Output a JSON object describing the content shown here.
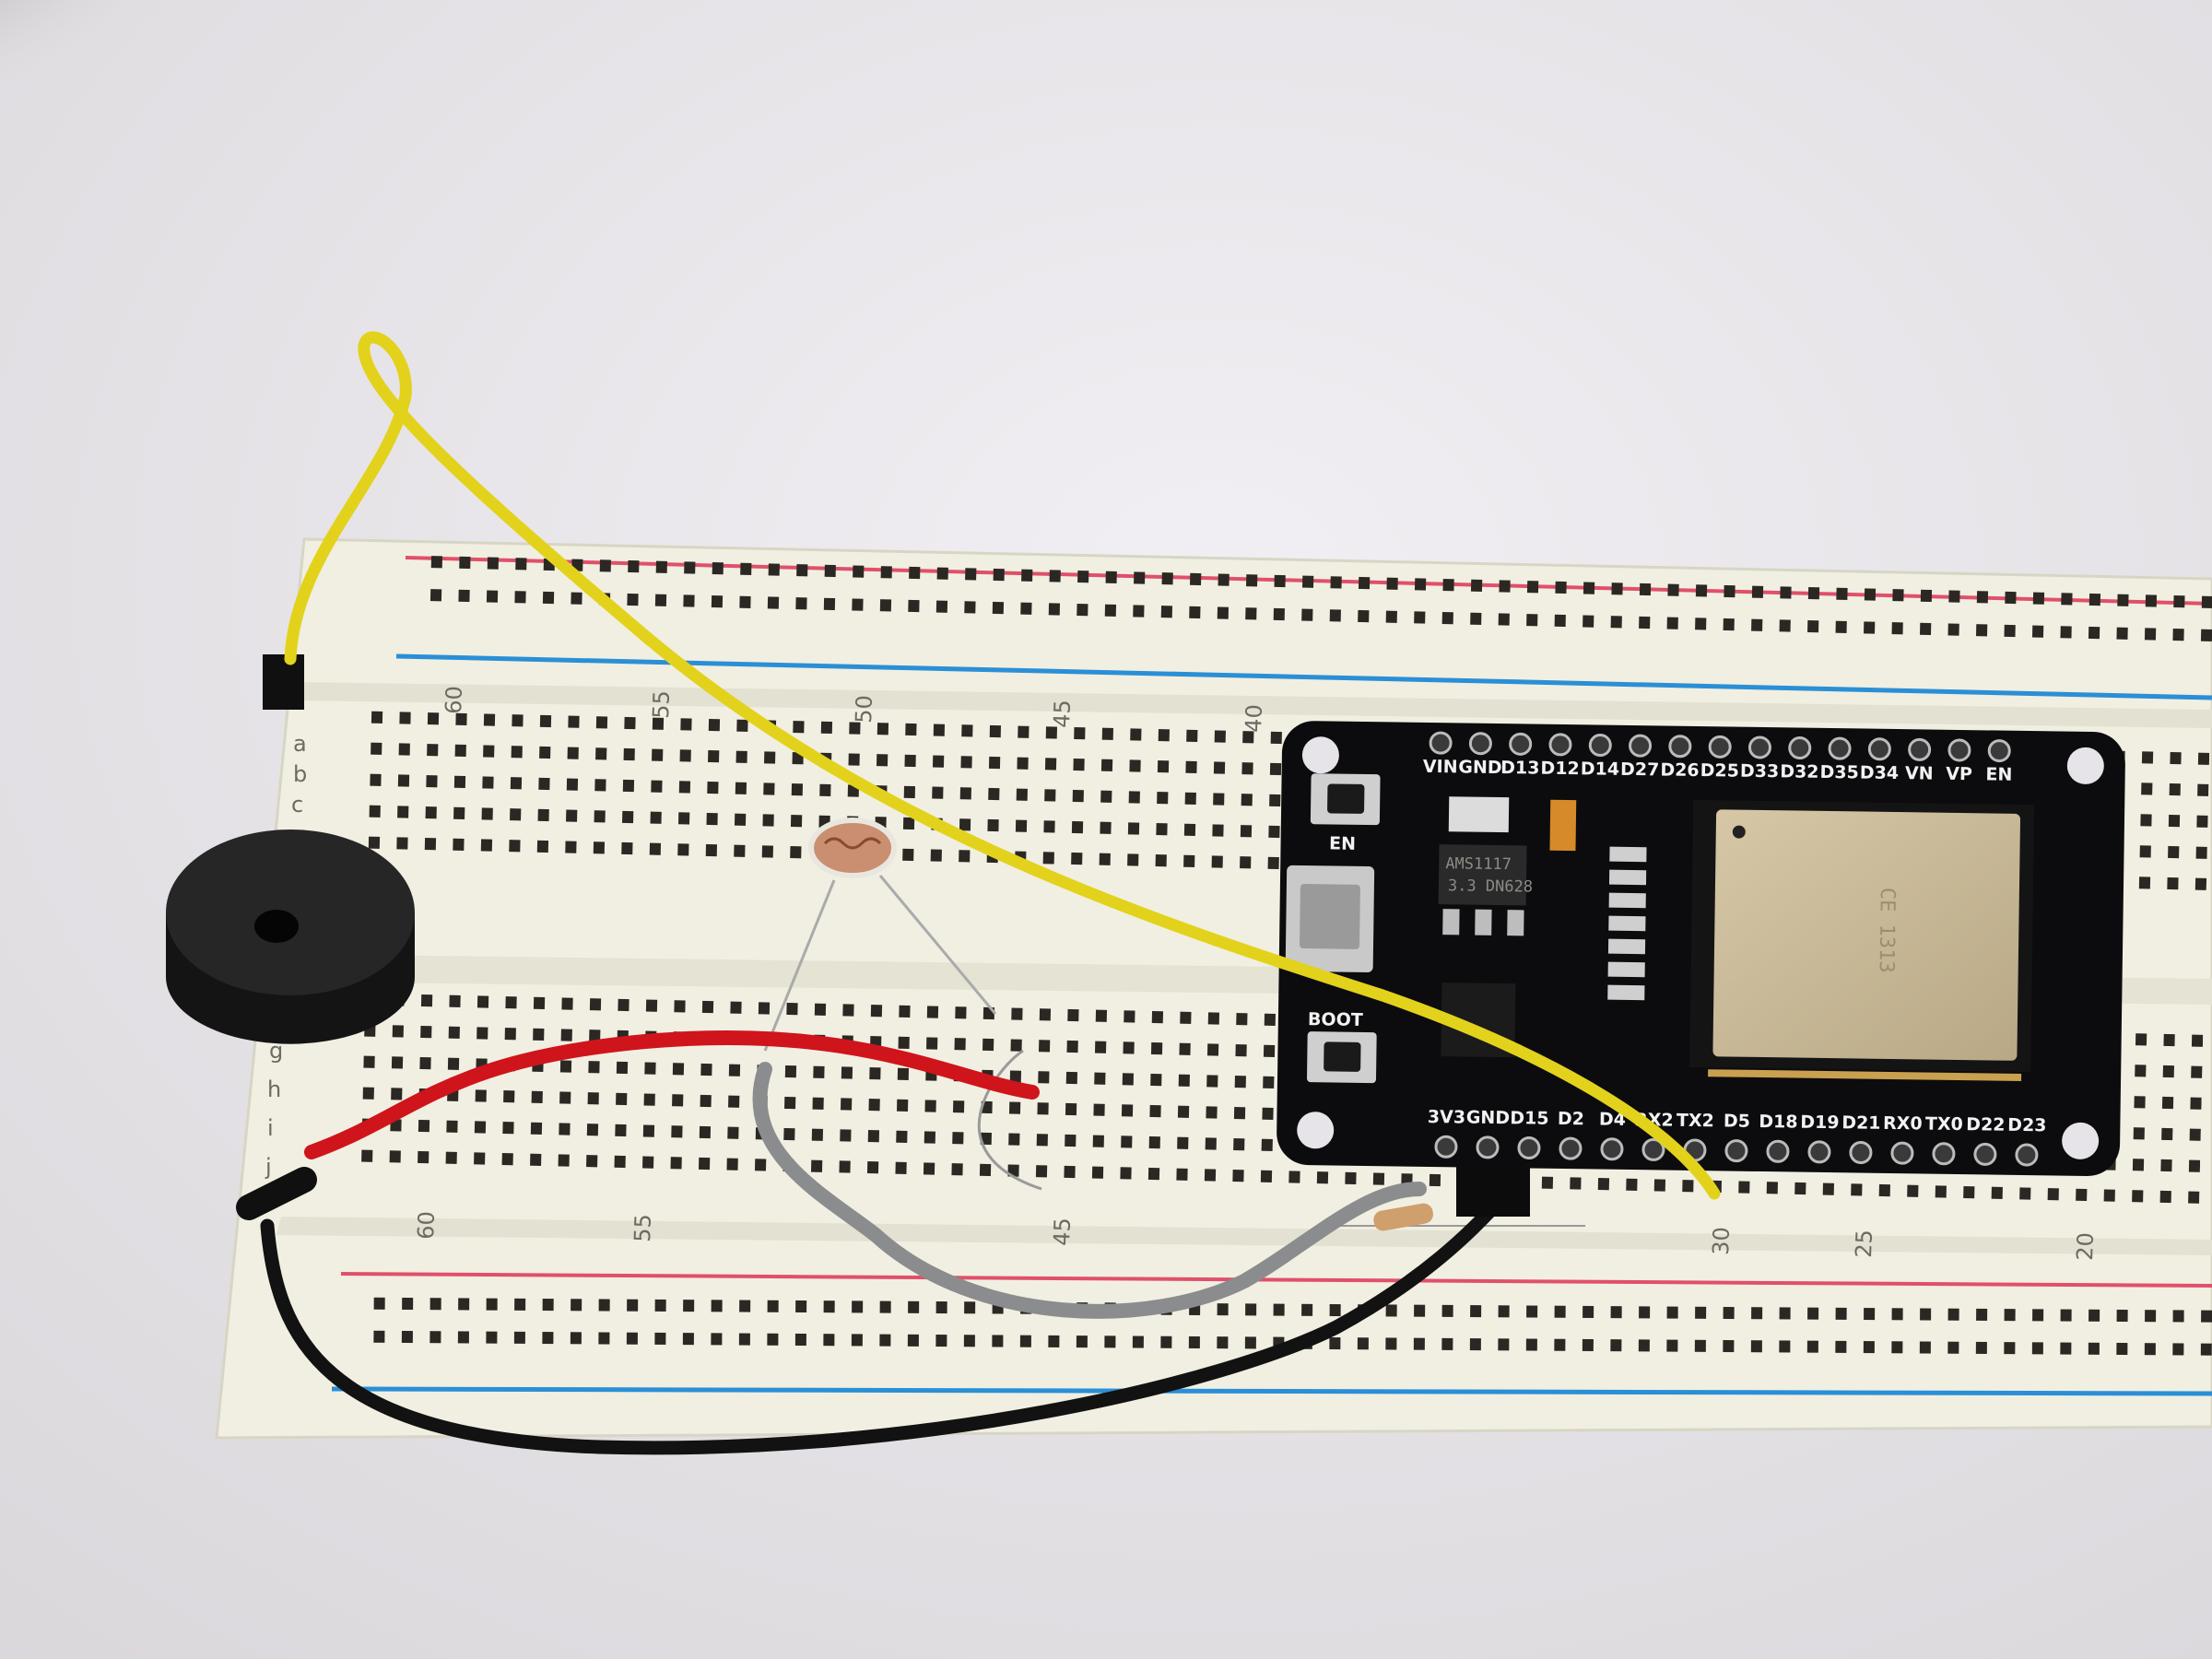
{
  "breadboard": {
    "top_numbers": [
      "60",
      "55",
      "50",
      "45",
      "40"
    ],
    "bottom_numbers": [
      "60",
      "55",
      "45",
      "30",
      "25",
      "20"
    ],
    "top_row_letters": [
      "a",
      "b",
      "c"
    ],
    "bottom_row_letters": [
      "g",
      "h",
      "i",
      "j"
    ],
    "rail_colors": {
      "positive": "#e0506a",
      "negative": "#2a8fd6"
    }
  },
  "esp32_board": {
    "top_pins": [
      "VIN",
      "GND",
      "D13",
      "D12",
      "D14",
      "D27",
      "D26",
      "D25",
      "D33",
      "D32",
      "D35",
      "D34",
      "VN",
      "VP",
      "EN"
    ],
    "bottom_pins": [
      "3V3",
      "GND",
      "D15",
      "D2",
      "D4",
      "RX2",
      "TX2",
      "D5",
      "D18",
      "D19",
      "D21",
      "RX0",
      "TX0",
      "D22",
      "D23"
    ],
    "en_button_label": "EN",
    "boot_button_label": "BOOT",
    "regulator_text": [
      "AMS1117",
      "3.3 DN628"
    ],
    "module_text": "CE 1313"
  },
  "wire_colors": {
    "yellow": "#e3d21c",
    "red": "#d0141c",
    "gray": "#8a8c8e",
    "black": "#121212"
  }
}
